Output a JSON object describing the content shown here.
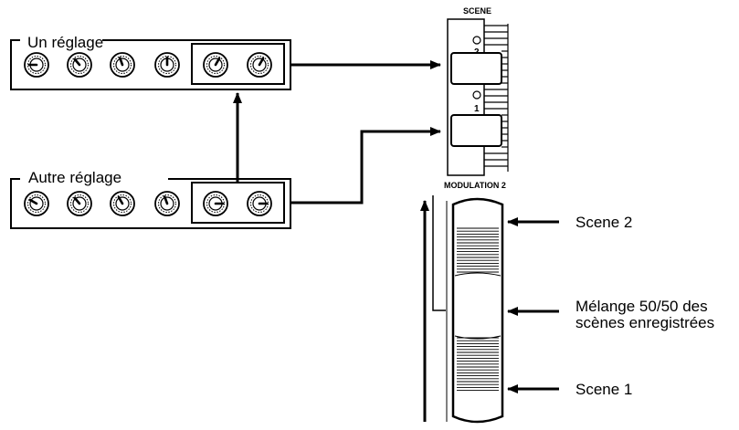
{
  "settings": {
    "setting_a": "Un réglage",
    "setting_b": "Autre réglage"
  },
  "scene_panel": {
    "title": "SCENE",
    "button_2_label": "2",
    "button_1_label": "1"
  },
  "modulation": {
    "title": "MODULATION 2"
  },
  "callouts": {
    "scene2": "Scene 2",
    "mix_line1": "Mélange 50/50 des",
    "mix_line2": "scènes enregistrées",
    "scene1": "Scene 1"
  },
  "knob_rows": {
    "setting_a_angles": [
      -90,
      -40,
      -20,
      0,
      30,
      30
    ],
    "setting_b_angles": [
      -60,
      -40,
      -30,
      -20,
      90,
      90
    ]
  }
}
